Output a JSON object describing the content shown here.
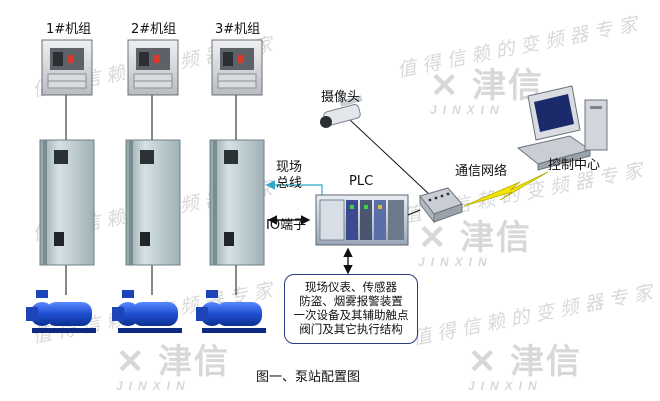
{
  "units": {
    "u1": "1#机组",
    "u2": "2#机组",
    "u3": "3#机组"
  },
  "labels": {
    "camera": "摄像头",
    "plc": "PLC",
    "fieldbus_line1": "现场",
    "fieldbus_line2": "总线",
    "io": "IO端子",
    "network": "通信网络",
    "control_center": "控制中心"
  },
  "field_devices": [
    "现场仪表、传感器",
    "防盗、烟雾报警装置",
    "一次设备及其辅助触点",
    "阀门及其它执行结构"
  ],
  "caption": "图一、泵站配置图",
  "watermark": {
    "slogan": "值得信赖的变频器专家",
    "brand_cn": "津信",
    "brand_en": "JINXIN"
  },
  "colors": {
    "cabinet": "#b7c7cc",
    "pump": "#1f4fd1",
    "lightning": "#f2e600",
    "arrow": "#2fa7c9",
    "callout_border": "#2a3c84"
  }
}
